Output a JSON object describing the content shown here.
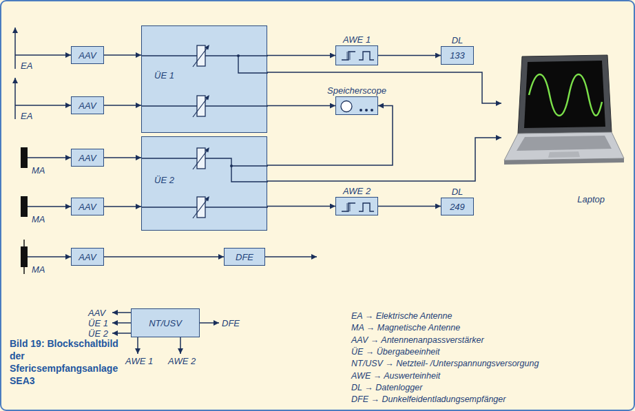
{
  "diagram": {
    "caption": "Bild 19: Blockschaltbild der Sfericsempfangsanlage SEA3",
    "nodes": [
      {
        "text": [
          "AAV"
        ]
      },
      {
        "text": [
          "AAV"
        ]
      },
      {
        "text": [
          "ÜE 1"
        ]
      },
      {
        "text": [
          "AWE 1"
        ]
      },
      {
        "text": [
          "DL",
          "133"
        ]
      },
      {
        "text": [
          "Speicherscope"
        ]
      },
      {
        "text": [
          "Laptop"
        ]
      },
      {
        "text": [
          "AAV"
        ]
      },
      {
        "text": [
          "AAV"
        ]
      },
      {
        "text": [
          "ÜE 2"
        ]
      },
      {
        "text": [
          "AWE 2"
        ]
      },
      {
        "text": [
          "DL",
          "249"
        ]
      },
      {
        "text": [
          "AAV"
        ]
      },
      {
        "text": [
          "DFE"
        ]
      },
      {
        "text": [
          "NT/USV"
        ]
      }
    ],
    "edges": [
      {
        "from": 0,
        "to": 2,
        "arrow": "to"
      },
      {
        "from": 1,
        "to": 2,
        "arrow": "to"
      },
      {
        "from": 2,
        "to": 3,
        "arrow": "to"
      },
      {
        "from": 3,
        "to": 4,
        "arrow": "to"
      },
      {
        "from": 2,
        "to": 6,
        "arrow": "to"
      },
      {
        "from": 2,
        "to": 5,
        "arrow": "to"
      },
      {
        "from": 9,
        "to": 5,
        "arrow": "to"
      },
      {
        "from": 9,
        "to": 6,
        "arrow": "to"
      },
      {
        "from": 7,
        "to": 9,
        "arrow": "to"
      },
      {
        "from": 8,
        "to": 9,
        "arrow": "to"
      },
      {
        "from": 9,
        "to": 10,
        "arrow": "to"
      },
      {
        "from": 10,
        "to": 11,
        "arrow": "to"
      },
      {
        "from": 12,
        "to": 13,
        "arrow": "to"
      }
    ],
    "labels": [
      "EA",
      "EA",
      "MA",
      "MA",
      "MA",
      "AAV",
      "ÜE 1",
      "ÜE 2",
      "DFE",
      "AWE 1",
      "AWE 2"
    ],
    "legend": [
      {
        "text": "EA → Elektrische Antenne"
      },
      {
        "text": "MA → Magnetische Antenne"
      },
      {
        "text": "AAV → Antennenanpassverstärker"
      },
      {
        "text": "ÜE → Übergabeeinheit"
      },
      {
        "text": "NT/USV → Netzteil- /Unterspannungsversorgung"
      },
      {
        "text": "AWE → Auswerteinheit"
      },
      {
        "text": "DL → Datenlogger"
      },
      {
        "text": "DFE → Dunkelfeidentladungsempfänger"
      }
    ]
  }
}
